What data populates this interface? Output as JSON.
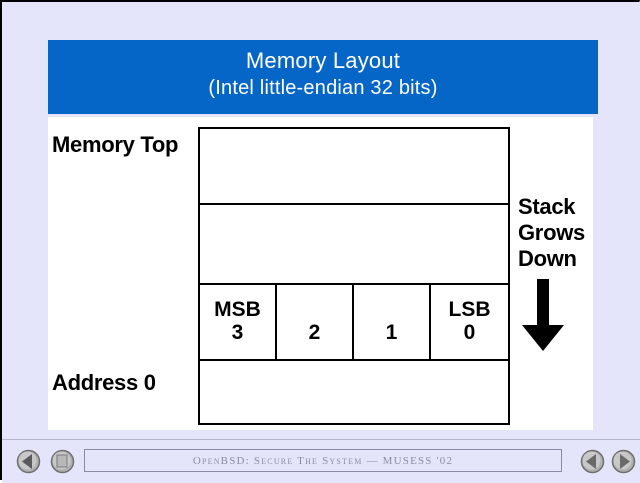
{
  "slide": {
    "title_line1": "Memory Layout",
    "title_line2": "(Intel little-endian 32 bits)",
    "banner_color": "#0566c8",
    "background_color": "#e4e4fa",
    "content_background": "#ffffff",
    "labels": {
      "memory_top": "Memory Top",
      "address_zero": "Address 0"
    },
    "stack_note": {
      "line1": "Stack",
      "line2": "Grows",
      "line3": "Down",
      "arrow": "down-arrow-icon"
    },
    "memory_table": {
      "rows": [
        {
          "kind": "blank",
          "cells": []
        },
        {
          "kind": "blank",
          "cells": []
        },
        {
          "kind": "bytes",
          "cells": [
            {
              "tag": "MSB",
              "num": "3"
            },
            {
              "tag": "",
              "num": "2"
            },
            {
              "tag": "",
              "num": "1"
            },
            {
              "tag": "LSB",
              "num": "0"
            }
          ]
        },
        {
          "kind": "blank",
          "cells": []
        }
      ]
    }
  },
  "footer": {
    "presentation_title": "OpenBSD: Secure The System — MUSESS '02",
    "buttons": [
      {
        "name": "first-slide-button",
        "icon": "rewind-icon"
      },
      {
        "name": "stop-button",
        "icon": "stop-icon"
      },
      {
        "name": "previous-slide-button",
        "icon": "left-triangle-icon"
      },
      {
        "name": "next-slide-button",
        "icon": "right-triangle-icon"
      }
    ]
  }
}
